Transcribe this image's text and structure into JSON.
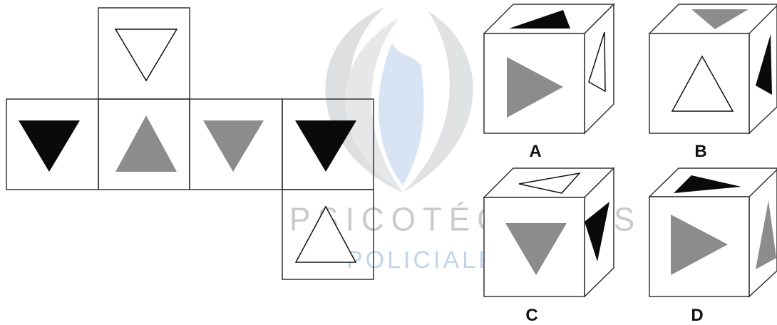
{
  "watermark": {
    "title": "PSICOTÉCNICOS",
    "subtitle": "POLICIALES"
  },
  "options": [
    {
      "label": "A"
    },
    {
      "label": "B"
    },
    {
      "label": "C"
    },
    {
      "label": "D"
    }
  ],
  "colors": {
    "black": "#111111",
    "gray": "#8c8c8c",
    "white": "#ffffff",
    "outline": "#333333",
    "watermark_gray": "#c8c9cc",
    "watermark_blue": "#c9d8ee"
  }
}
